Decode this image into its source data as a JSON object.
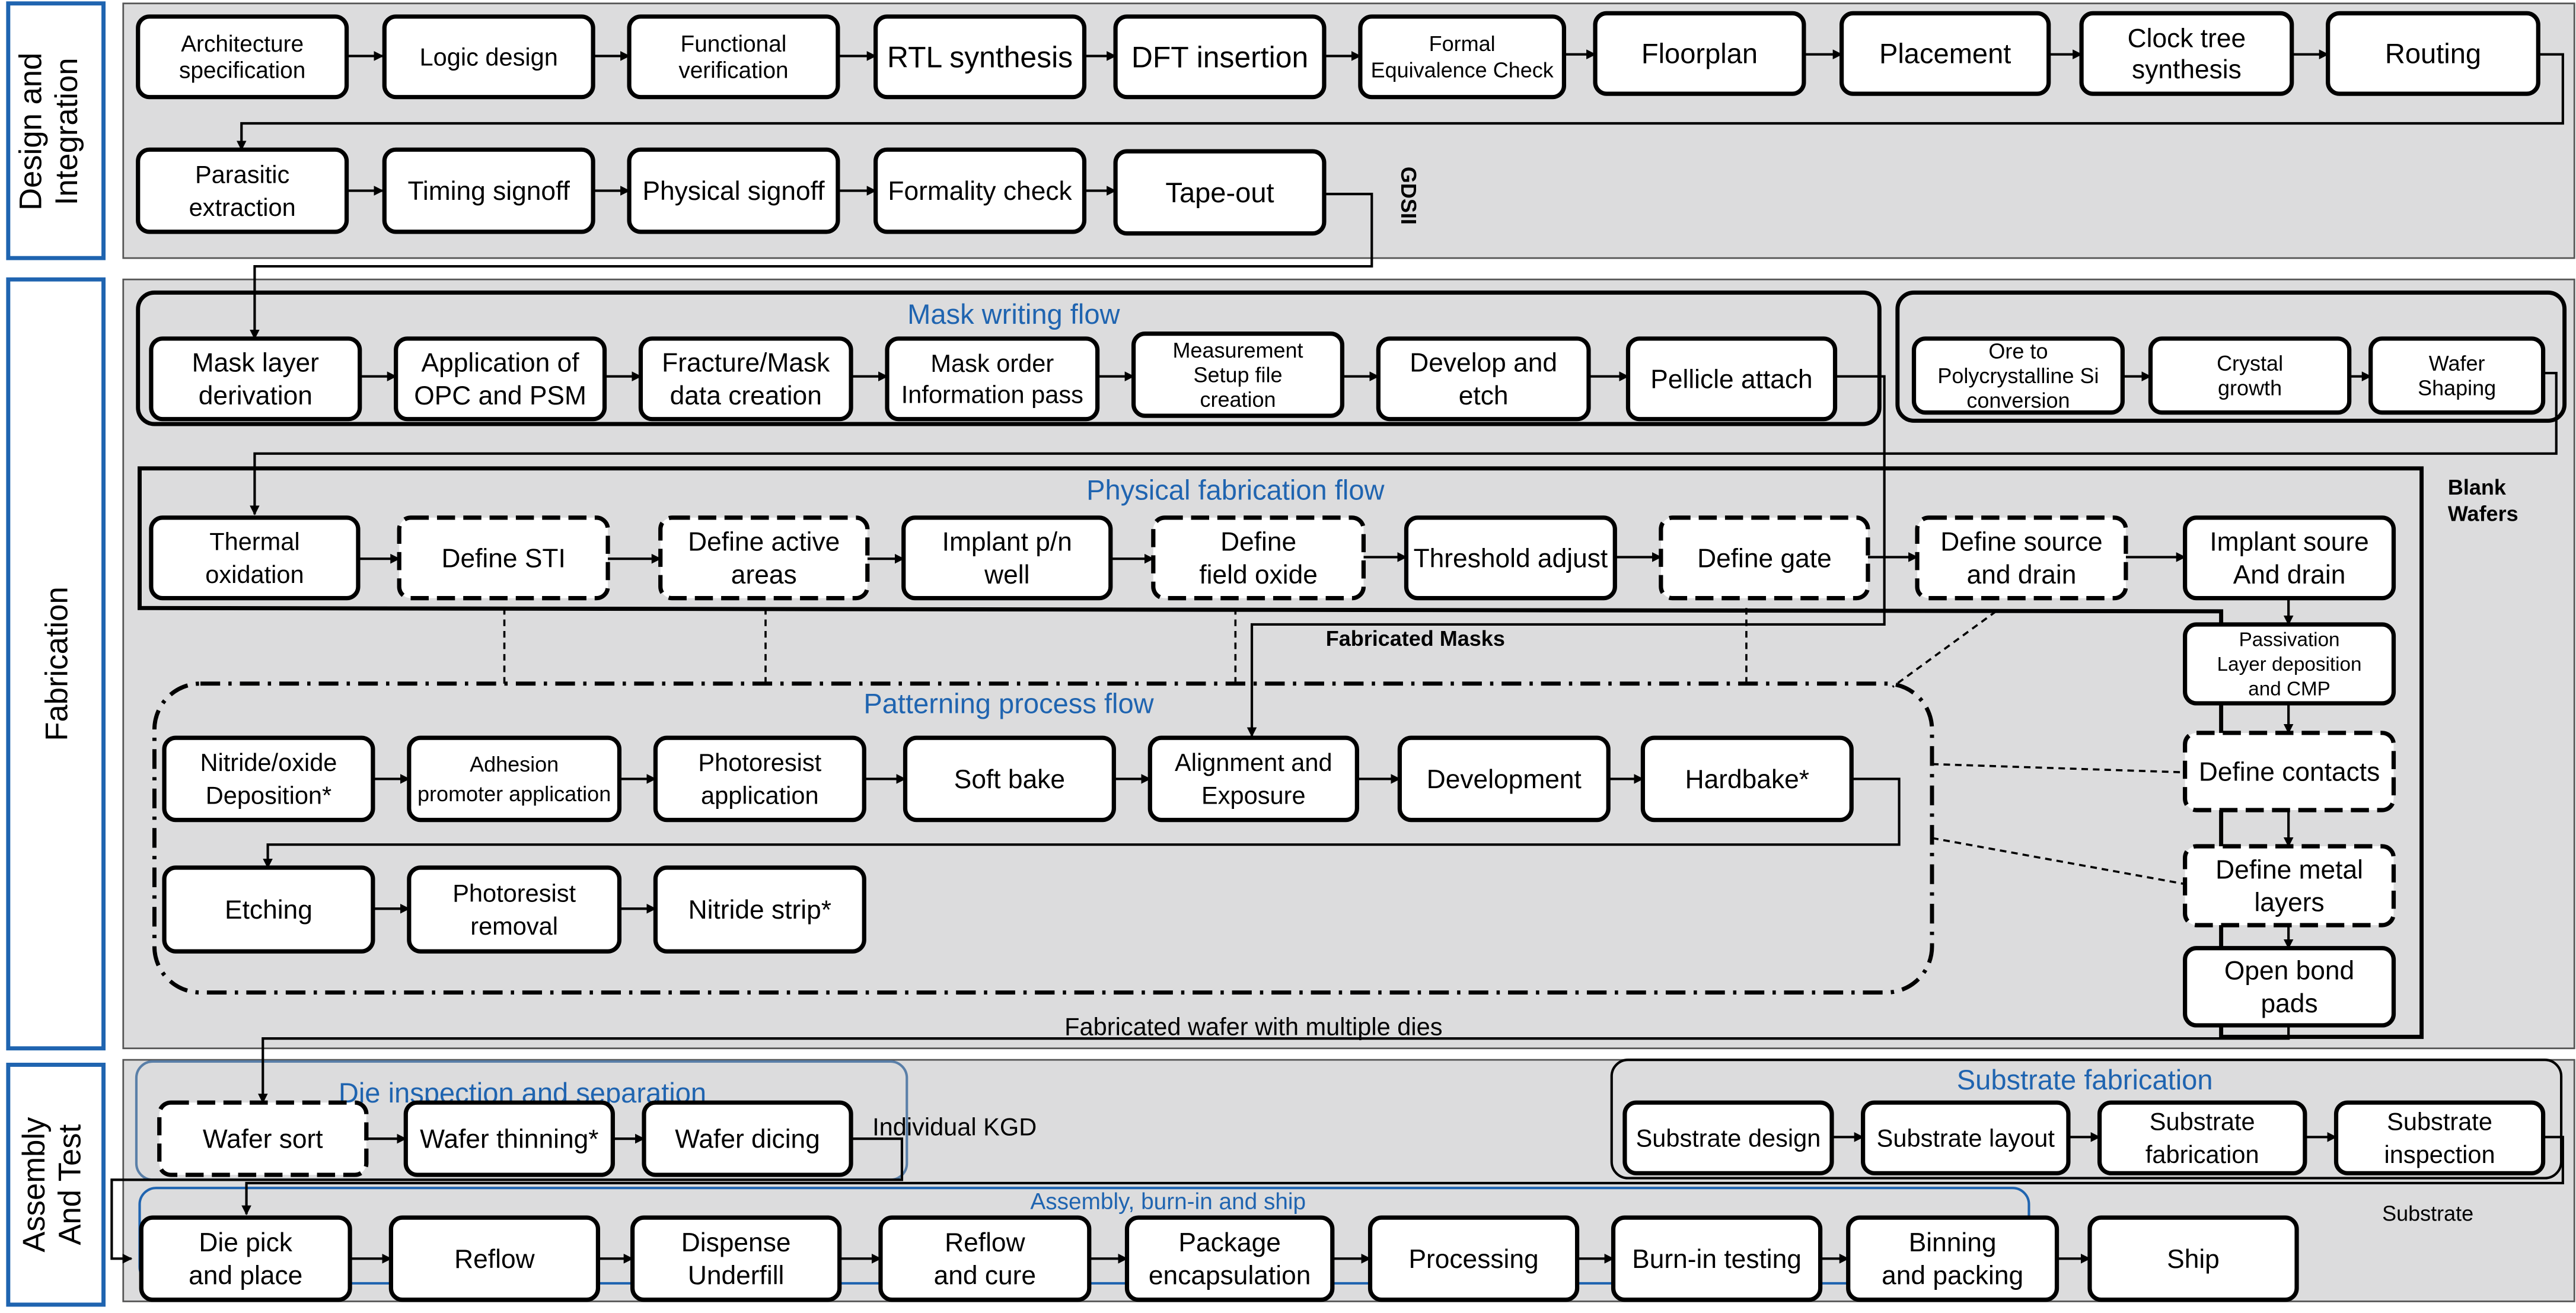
{
  "sections": {
    "design": [
      "Design and",
      "Integration"
    ],
    "fabrication": [
      "Fabrication"
    ],
    "assembly": [
      "Assembly",
      "And Test"
    ]
  },
  "flow_titles": {
    "mask": "Mask writing flow",
    "physical": "Physical fabrication flow",
    "patterning": "Patterning process flow",
    "die": "Die inspection and separation",
    "substrate": "Substrate fabrication",
    "assembly": "Assembly, burn-in and ship"
  },
  "annotations": {
    "gdsii": "GDSII",
    "blank_wafers": [
      "Blank",
      "Wafers"
    ],
    "fabricated_masks": "Fabricated Masks",
    "fabricated_wafer": "Fabricated wafer with multiple dies",
    "kgd": "Individual KGD",
    "substrate": "Substrate"
  },
  "steps": {
    "arch_spec": [
      "Architecture",
      "specification"
    ],
    "logic_design": [
      "Logic design"
    ],
    "func_verif": [
      "Functional",
      "verification"
    ],
    "rtl_synth": [
      "RTL synthesis"
    ],
    "dft": [
      "DFT insertion"
    ],
    "fec": [
      "Formal",
      "Equivalence Check"
    ],
    "floorplan": [
      "Floorplan"
    ],
    "placement": [
      "Placement"
    ],
    "cts": [
      "Clock tree",
      "synthesis"
    ],
    "routing": [
      "Routing"
    ],
    "parasitic": [
      "Parasitic",
      "extraction"
    ],
    "timing": [
      "Timing signoff"
    ],
    "physical_signoff": [
      "Physical signoff"
    ],
    "formality": [
      "Formality check"
    ],
    "tapeout": [
      "Tape-out"
    ],
    "mask_layer": [
      "Mask layer",
      "derivation"
    ],
    "opc": [
      "Application of",
      "OPC and PSM"
    ],
    "fracture": [
      "Fracture/Mask",
      "data creation"
    ],
    "mask_order": [
      "Mask order",
      "Information pass"
    ],
    "measurement": [
      "Measurement",
      "Setup file",
      "creation"
    ],
    "develop_etch": [
      "Develop and",
      "etch"
    ],
    "pellicle": [
      "Pellicle attach"
    ],
    "ore": [
      "Ore to",
      "Polycrystalline Si",
      "conversion"
    ],
    "crystal": [
      "Crystal",
      "growth"
    ],
    "wafer_shaping": [
      "Wafer",
      "Shaping"
    ],
    "thermal": [
      "Thermal",
      "oxidation"
    ],
    "sti": [
      "Define STI"
    ],
    "active": [
      "Define active",
      "areas"
    ],
    "implant_well": [
      "Implant p/n",
      "well"
    ],
    "field_oxide": [
      "Define",
      "field oxide"
    ],
    "threshold": [
      "Threshold adjust"
    ],
    "gate": [
      "Define gate"
    ],
    "source_drain": [
      "Define source",
      "and drain"
    ],
    "implant_sd": [
      "Implant soure",
      "And drain"
    ],
    "passivation": [
      "Passivation",
      "Layer deposition",
      "and CMP"
    ],
    "contacts": [
      "Define contacts"
    ],
    "metal": [
      "Define metal",
      "layers"
    ],
    "bond_pads": [
      "Open bond",
      "pads"
    ],
    "nitride_dep": [
      "Nitride/oxide",
      "Deposition*"
    ],
    "adhesion": [
      "Adhesion",
      "promoter application"
    ],
    "pr_app": [
      "Photoresist",
      "application"
    ],
    "soft_bake": [
      "Soft bake"
    ],
    "align": [
      "Alignment and",
      "Exposure"
    ],
    "development": [
      "Development"
    ],
    "hardbake": [
      "Hardbake*"
    ],
    "etching": [
      "Etching"
    ],
    "pr_removal": [
      "Photoresist",
      "removal"
    ],
    "nitride_strip": [
      "Nitride strip*"
    ],
    "wafer_sort": [
      "Wafer sort"
    ],
    "thinning": [
      "Wafer thinning*"
    ],
    "dicing": [
      "Wafer dicing"
    ],
    "sub_design": [
      "Substrate design"
    ],
    "sub_layout": [
      "Substrate layout"
    ],
    "sub_fab": [
      "Substrate",
      "fabrication"
    ],
    "sub_insp": [
      "Substrate",
      "inspection"
    ],
    "die_pick": [
      "Die pick",
      "and place"
    ],
    "reflow": [
      "Reflow"
    ],
    "underfill": [
      "Dispense",
      "Underfill"
    ],
    "reflow_cure": [
      "Reflow",
      "and cure"
    ],
    "encapsulation": [
      "Package",
      "encapsulation"
    ],
    "processing": [
      "Processing"
    ],
    "burnin": [
      "Burn-in testing"
    ],
    "binning": [
      "Binning",
      "and packing"
    ],
    "ship": [
      "Ship"
    ]
  },
  "colors": {
    "panel": "#dcdcdd",
    "section_border": "#1f64b0",
    "flow_title": "#1f64b0",
    "box_fill": "#ffffff",
    "ink": "#000000"
  }
}
